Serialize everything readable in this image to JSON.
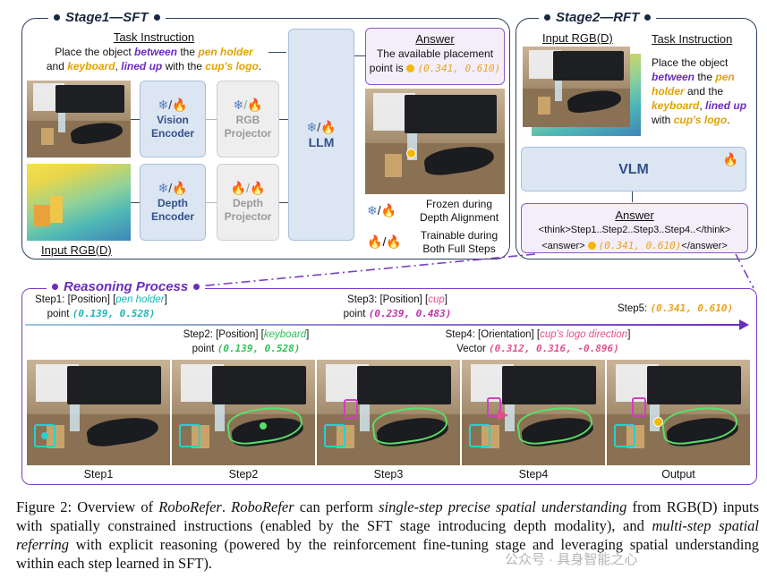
{
  "stage1": {
    "title": "Stage1—SFT",
    "task_instruction_title": "Task Instruction",
    "instruction_parts": [
      "Place the object ",
      "between",
      " the ",
      "pen holder",
      " and ",
      "keyboard",
      ", ",
      "lined up",
      " with the ",
      "cup's logo",
      "."
    ],
    "vision_encoder": "Vision Encoder",
    "rgb_projector": "RGB Projector",
    "depth_encoder": "Depth Encoder",
    "depth_projector": "Depth Projector",
    "llm": "LLM",
    "input_label": "Input RGB(D)",
    "answer_title": "Answer",
    "answer_line1": "The available placement",
    "answer_line2": "point is",
    "answer_coord": "(0.341, 0.610)",
    "legend_frozen": "Frozen during Depth Alignment",
    "legend_trainable": "Trainable during Both Full Steps"
  },
  "stage2": {
    "title": "Stage2—RFT",
    "input_label": "Input RGB(D)",
    "task_instruction_title": "Task Instruction",
    "instruction_parts": [
      "Place the object ",
      "between",
      " the ",
      "pen holder",
      " and the ",
      "keyboard",
      ", ",
      "lined up",
      " with ",
      "cup's logo",
      "."
    ],
    "vlm": "VLM",
    "answer_title": "Answer",
    "answer_think": "<think>Step1..Step2..Step3..Step4..</think>",
    "answer_open": "<answer>",
    "answer_coord": "(0.341, 0.610)",
    "answer_close": "</answer>"
  },
  "reasoning": {
    "title": "Reasoning Process",
    "step1_head": "Step1: [Position] [",
    "step1_obj": "pen holder",
    "step1_point": "point",
    "step1_coord": "(0.139, 0.528)",
    "step2_head": "Step2: [Position] [",
    "step2_obj": "keyboard",
    "step2_point": "point",
    "step2_coord": "(0.139, 0.528)",
    "step3_head": "Step3: [Position] [",
    "step3_obj": "cup",
    "step3_point": "point",
    "step3_coord": "(0.239, 0.483)",
    "step4_head": "Step4: [Orientation] [",
    "step4_obj": "cup's logo direction",
    "step4_vec": "Vector",
    "step4_coord": "(0.312, 0.316, -0.896)",
    "step5_head": "Step5:",
    "step5_coord": "(0.341, 0.610)",
    "image_labels": [
      "Step1",
      "Step2",
      "Step3",
      "Step4",
      "Output"
    ]
  },
  "caption": {
    "lead": "Figure 2: Overview of ",
    "name": "RoboRefer",
    "p1": ". ",
    "p2": " can perform ",
    "em1": "single-step precise spatial understanding",
    "p3": " from RGB(D) inputs with spatially constrained instructions (enabled by the SFT stage introducing depth modality), and ",
    "em2": "multi-step spatial referring",
    "p4": " with explicit reasoning (powered by the reinforcement fine-tuning stage and leveraging spatial understanding within each step learned in SFT)."
  },
  "watermark": "公众号 · 具身智能之心",
  "colors": {
    "panel_border": "#2b3e5c",
    "encoder_blue": "#dce6f3",
    "projector_gray": "#eeeeee",
    "answer_purple": "#8d5cc4",
    "coord_yellow": "#e8a21a",
    "arrow_purple": "#7a3fc0"
  }
}
